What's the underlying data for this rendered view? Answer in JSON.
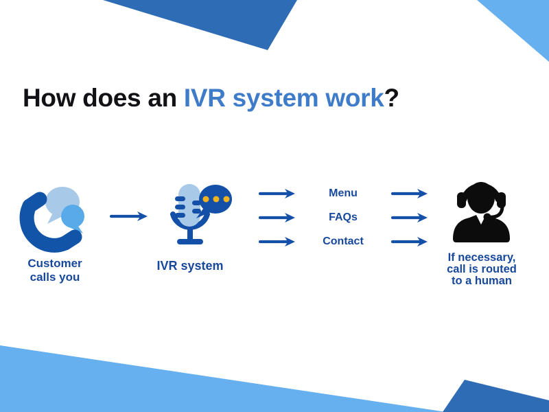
{
  "title": {
    "black_prefix": "How does an ",
    "blue_text": "IVR system work",
    "black_suffix": "?"
  },
  "flow": {
    "customer": {
      "caption": "Customer\ncalls you",
      "icon": "phone-with-chat-bubbles-icon"
    },
    "ivr": {
      "caption": "IVR system",
      "icon": "microphone-with-speech-bubble-icon"
    },
    "options": [
      {
        "label": "Menu"
      },
      {
        "label": "FAQs"
      },
      {
        "label": "Contact"
      }
    ],
    "agent": {
      "caption": "If necessary,\ncall is routed\nto a human",
      "icon": "support-agent-headset-icon"
    }
  },
  "colors": {
    "corner_dark_blue": "#2e6db6",
    "corner_light_blue": "#66b0f0",
    "title_blue": "#3e7cc9",
    "title_black": "#121216",
    "label_navy": "#17489c",
    "arrow_blue": "#1450a8",
    "phone_handset_blue": "#1254a8",
    "pale_bubble_blue": "#a9c9e8",
    "mid_bubble_blue": "#58aae8",
    "mic_body_blue": "#a9c9e8",
    "speech_dot_yellow": "#f0b320",
    "agent_black": "#0c0c0c",
    "background": "#ffffff"
  }
}
